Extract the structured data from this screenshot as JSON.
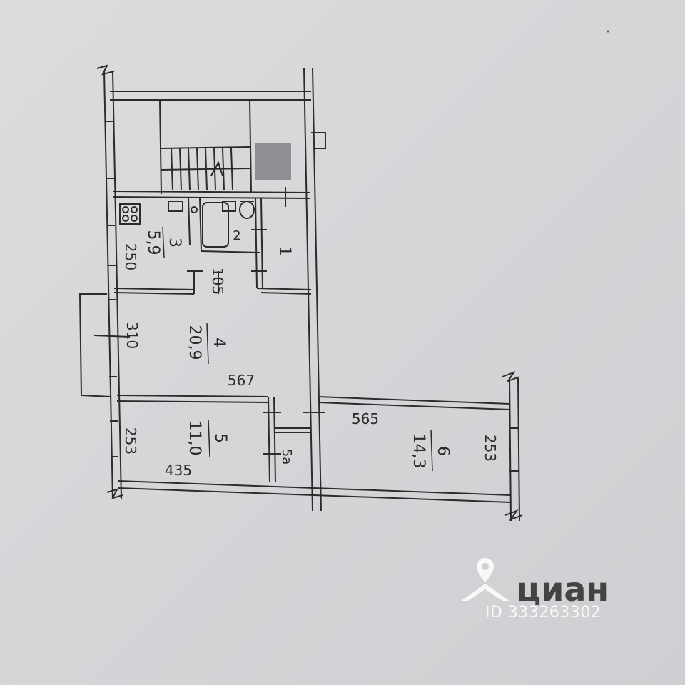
{
  "floorplan": {
    "rooms": [
      {
        "id": "1",
        "area": ""
      },
      {
        "id": "2",
        "area": ""
      },
      {
        "id": "3",
        "area": "5,9"
      },
      {
        "id": "4",
        "area": "20,9"
      },
      {
        "id": "5",
        "area": "11,0"
      },
      {
        "id": "5а",
        "area": ""
      },
      {
        "id": "6",
        "area": "14,3"
      }
    ],
    "dimensions": {
      "d250": "250",
      "d105": "105",
      "d310": "310",
      "d567": "567",
      "d565": "565",
      "d253_left": "253",
      "d435": "435",
      "d253_right": "253"
    }
  },
  "watermark": {
    "brand": "циан",
    "id_text": "ID 333263302",
    "color": "#ffffff"
  },
  "colors": {
    "paper": "#d8d8db",
    "ink": "#2b2b2b",
    "gray_block": "#8f8f93"
  }
}
